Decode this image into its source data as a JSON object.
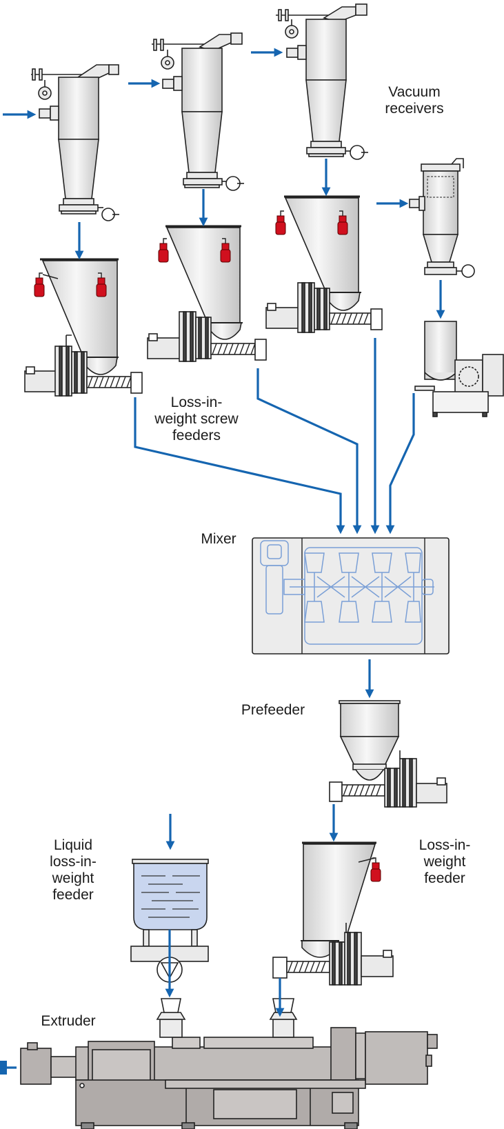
{
  "labels": {
    "vacuum_receivers": "Vacuum\nreceivers",
    "screw_feeders": "Loss-in-\nweight screw\nfeeders",
    "mixer": "Mixer",
    "prefeeder": "Prefeeder",
    "liquid_feeder": "Liquid\nloss-in-\nweight\nfeeder",
    "lw_feeder": "Loss-in-\nweight\nfeeder",
    "extruder": "Extruder"
  },
  "colors": {
    "flow_arrow": "#1565b0",
    "alarm_beacon": "#d0101e",
    "equipment_fill": "#e9e9e9",
    "equipment_stroke": "#222222",
    "mixer_internals": "#7a9fd6",
    "liquid": "#c9d6ef",
    "extruder_body": "#b7b2b0"
  }
}
